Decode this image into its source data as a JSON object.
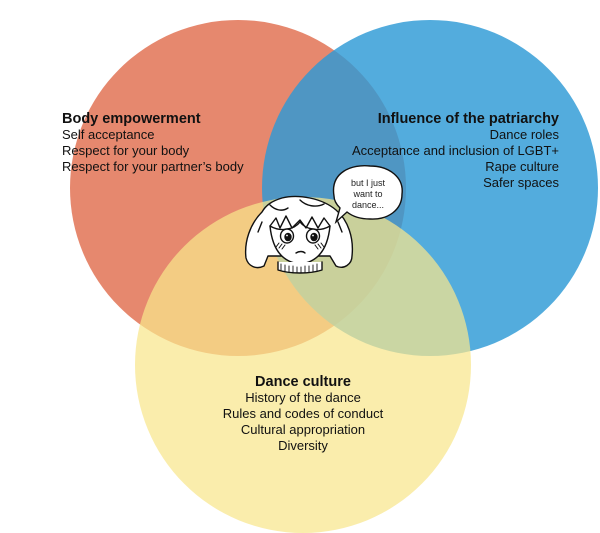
{
  "circles": {
    "body": {
      "title": "Body empowerment",
      "items": [
        "Self acceptance",
        "Respect for your body",
        "Respect for your partner’s body"
      ],
      "color": "#E2785A"
    },
    "patriarchy": {
      "title": "Influence of the patriarchy",
      "items": [
        "Dance roles",
        "Acceptance and inclusion of LGBT+",
        "Rape culture",
        "Safer spaces"
      ],
      "color": "#2D9AD6"
    },
    "dance": {
      "title": "Dance culture",
      "items": [
        "History of the dance",
        "Rules and codes of conduct",
        "Cultural appropriation",
        "Diversity"
      ],
      "color": "#F8E68C"
    }
  },
  "speech_bubble": {
    "lines": [
      "but I just",
      "want to",
      "dance..."
    ]
  },
  "character": {
    "icon": "girl-face-icon"
  }
}
